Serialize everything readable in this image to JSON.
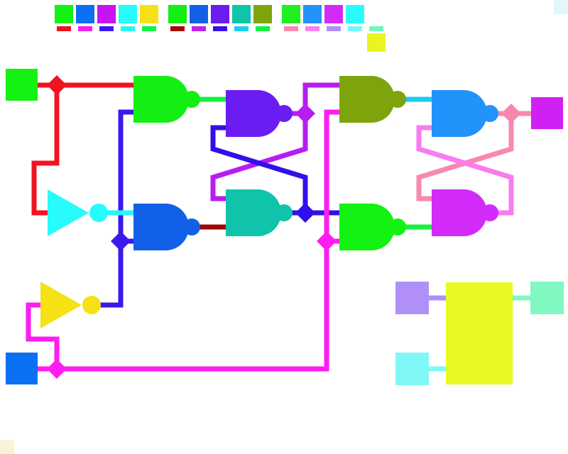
{
  "legend": {
    "gate_colors": [
      "#13f213",
      "#0b70f3",
      "#c614f4",
      "#27fbfb",
      "#f5e115",
      "#13ef13",
      "#1360e8",
      "#6a1cf1",
      "#0fc4aa",
      "#7da50b",
      "#22ee22",
      "#2193fb",
      "#d22af8",
      "#29fbfd"
    ],
    "wire_colors": [
      "#e8141e",
      "#f020f0",
      "#3a1af0",
      "#26f6f8",
      "#12f240",
      "#a80808",
      "#c020f0",
      "#3410ea",
      "#1ad0f0",
      "#14f040",
      "#f888b0",
      "#f880f0",
      "#b090f8",
      "#70f8f8",
      "#70f8b8"
    ],
    "extra_color": "#e8f520"
  },
  "corners": {
    "top_right": "#e0f8f8",
    "bottom_left": "#f8f4d8"
  },
  "inputs": [
    {
      "id": "in-a",
      "color": "#13f213"
    },
    {
      "id": "in-b",
      "color": "#0b70f3"
    }
  ],
  "outputs": [
    {
      "id": "out-q",
      "color": "#d020f4"
    }
  ],
  "gates": [
    {
      "id": "not-1",
      "type": "not",
      "color": "#27fbfb"
    },
    {
      "id": "not-2",
      "type": "not",
      "color": "#f5e115"
    },
    {
      "id": "and-1",
      "type": "and",
      "color": "#13ef13"
    },
    {
      "id": "and-2",
      "type": "and",
      "color": "#1360e8"
    },
    {
      "id": "nand-1",
      "type": "nand",
      "color": "#6a1cf1"
    },
    {
      "id": "nand-2",
      "type": "nand",
      "color": "#0fc4aa"
    },
    {
      "id": "and-3",
      "type": "and",
      "color": "#7da50b"
    },
    {
      "id": "and-4",
      "type": "and",
      "color": "#13f213"
    },
    {
      "id": "nand-3",
      "type": "nand",
      "color": "#2193fb"
    },
    {
      "id": "nand-4",
      "type": "nand",
      "color": "#d22af8"
    }
  ],
  "wire_colors": {
    "a": "#f01420",
    "b": "#ff1cf0",
    "notb": "#3a18ee",
    "nota": "#27f6fb",
    "and1": "#14f040",
    "and2": "#a00808",
    "q1": "#b81cf0",
    "q1n": "#3010ea",
    "and3": "#1ecaf0",
    "and4": "#18f040",
    "q2": "#f888b0",
    "q2n": "#f87cf0"
  },
  "block": {
    "color": "#e8fa22",
    "in1": "#b090f8",
    "in2": "#80f8f8",
    "out1": "#80f8c0",
    "in1_wire": "#b090f8",
    "in2_wire": "#80f8f8",
    "out1_wire": "#80f8c0"
  }
}
